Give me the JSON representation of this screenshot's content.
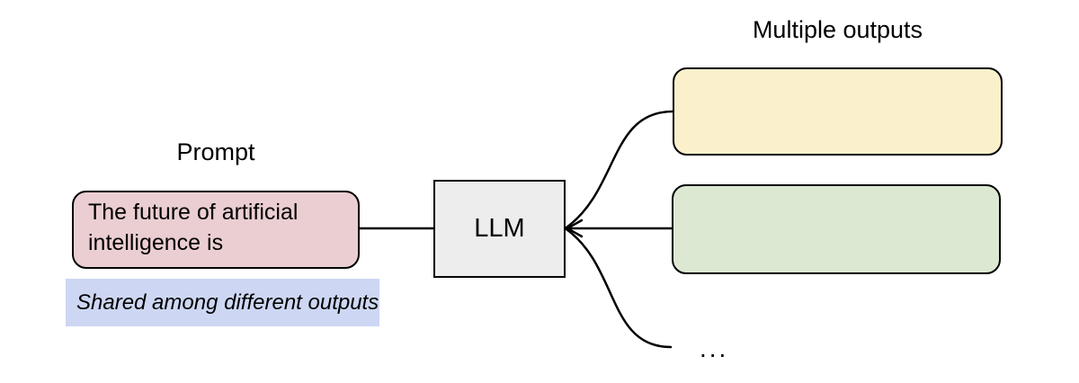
{
  "diagram": {
    "prompt_label": "Prompt",
    "prompt_box_text": "The future of artificial intelligence is",
    "prompt_note": "Shared among different outputs",
    "llm_label": "LLM",
    "outputs_label": "Multiple outputs",
    "ellipsis": "...",
    "colors": {
      "prompt_fill": "#ebced2",
      "output1_fill": "#faf0cc",
      "output2_fill": "#dce8d2",
      "llm_fill": "#ededed",
      "note_highlight": "#cdd7f3",
      "stroke": "#000000"
    }
  }
}
